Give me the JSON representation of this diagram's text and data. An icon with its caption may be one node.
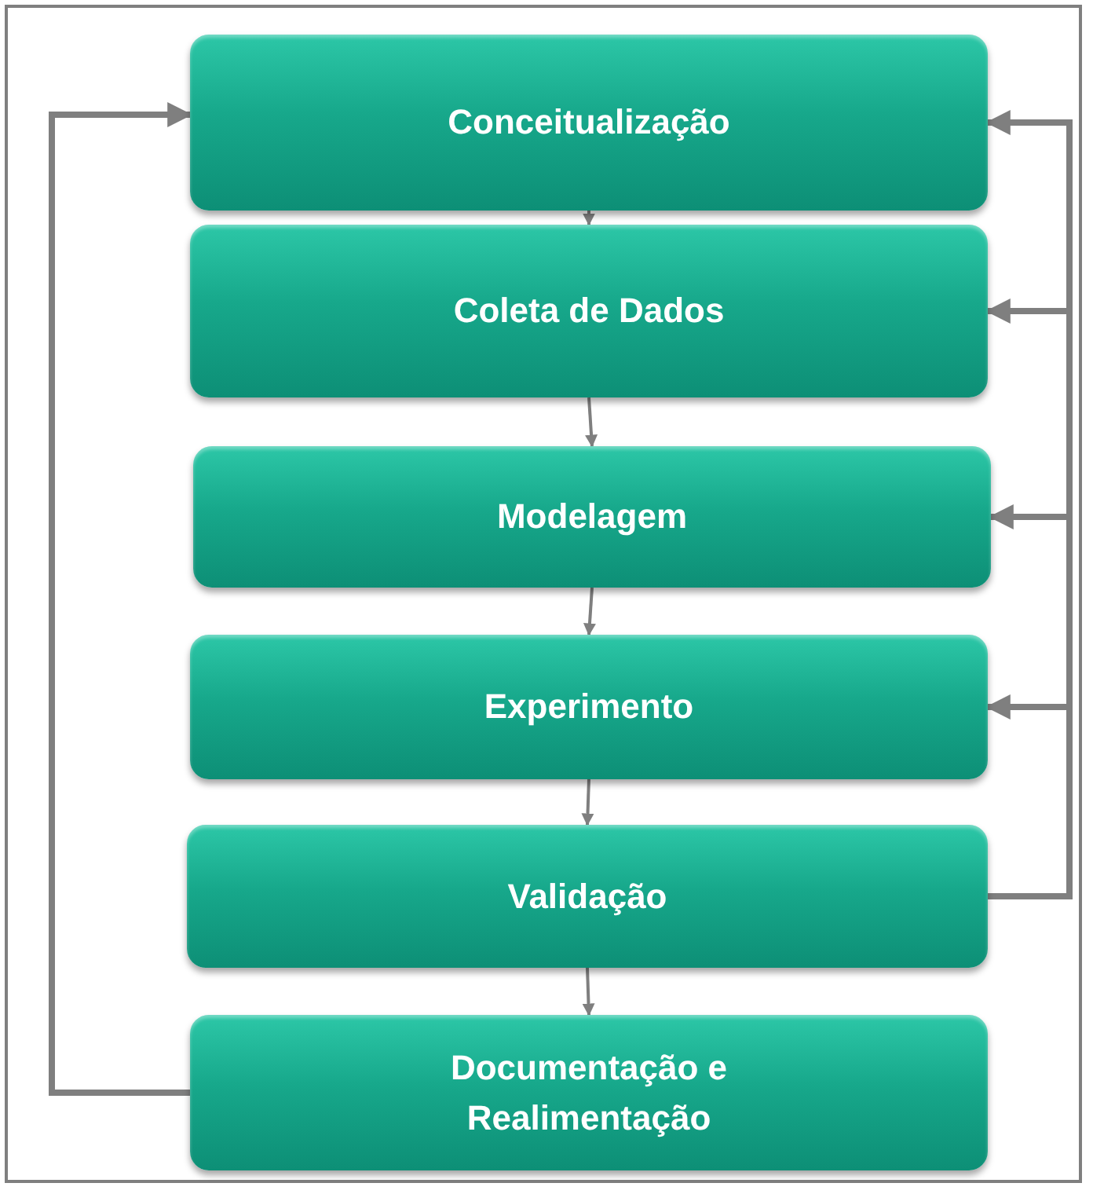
{
  "diagram": {
    "nodes": [
      {
        "text": [
          "Conceitualização"
        ]
      },
      {
        "text": [
          "Coleta de Dados"
        ]
      },
      {
        "text": [
          "Modelagem"
        ]
      },
      {
        "text": [
          "Experimento"
        ]
      },
      {
        "text": [
          "Validação"
        ]
      },
      {
        "text": [
          "Documentação e Realimentação"
        ]
      }
    ],
    "edges": [
      {
        "from": 0,
        "to": 1,
        "arrow": "to"
      },
      {
        "from": 1,
        "to": 2,
        "arrow": "to"
      },
      {
        "from": 2,
        "to": 3,
        "arrow": "to"
      },
      {
        "from": 3,
        "to": 4,
        "arrow": "to"
      },
      {
        "from": 4,
        "to": 5,
        "arrow": "to"
      },
      {
        "from": 4,
        "to": 0,
        "arrow": "to",
        "style": "thick"
      },
      {
        "from": 4,
        "to": 1,
        "arrow": "to",
        "style": "thick"
      },
      {
        "from": 4,
        "to": 2,
        "arrow": "to",
        "style": "thick"
      },
      {
        "from": 4,
        "to": 3,
        "arrow": "to",
        "style": "thick"
      },
      {
        "from": 5,
        "to": 0,
        "arrow": "to",
        "style": "thick"
      }
    ]
  }
}
